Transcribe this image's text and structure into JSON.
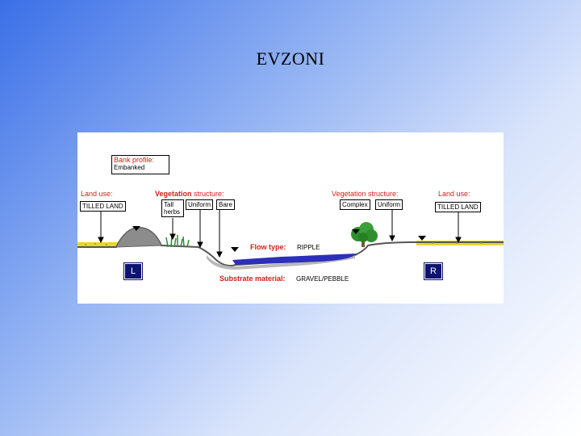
{
  "slide": {
    "title": "EVZONI"
  },
  "diagram": {
    "bank_profile": {
      "label": "Bank profile:",
      "value": "Embanked"
    },
    "left": {
      "land_use_label": "Land use:",
      "land_use_value": "TILLED LAND",
      "vegetation_label_bold": "Vegetation",
      "vegetation_label_rest": "structure:",
      "vegetation_values": [
        "Tall herbs",
        "Uniform",
        "Bare"
      ],
      "bank_marker": "L"
    },
    "right": {
      "land_use_label": "Land use:",
      "land_use_value": "TILLED LAND",
      "vegetation_label": "Vegetation structure:",
      "vegetation_values": [
        "Complex",
        "Uniform"
      ],
      "bank_marker": "R"
    },
    "flow_type": {
      "label": "Flow type:",
      "value": "RIPPLE"
    },
    "substrate": {
      "label": "Substrate material:",
      "value": "GRAVEL/PEBBLE"
    },
    "colors": {
      "label_red": "#d0201a",
      "water": "#2c2fb8",
      "marker": "#0d1470",
      "ground": "#e6d92a"
    }
  }
}
